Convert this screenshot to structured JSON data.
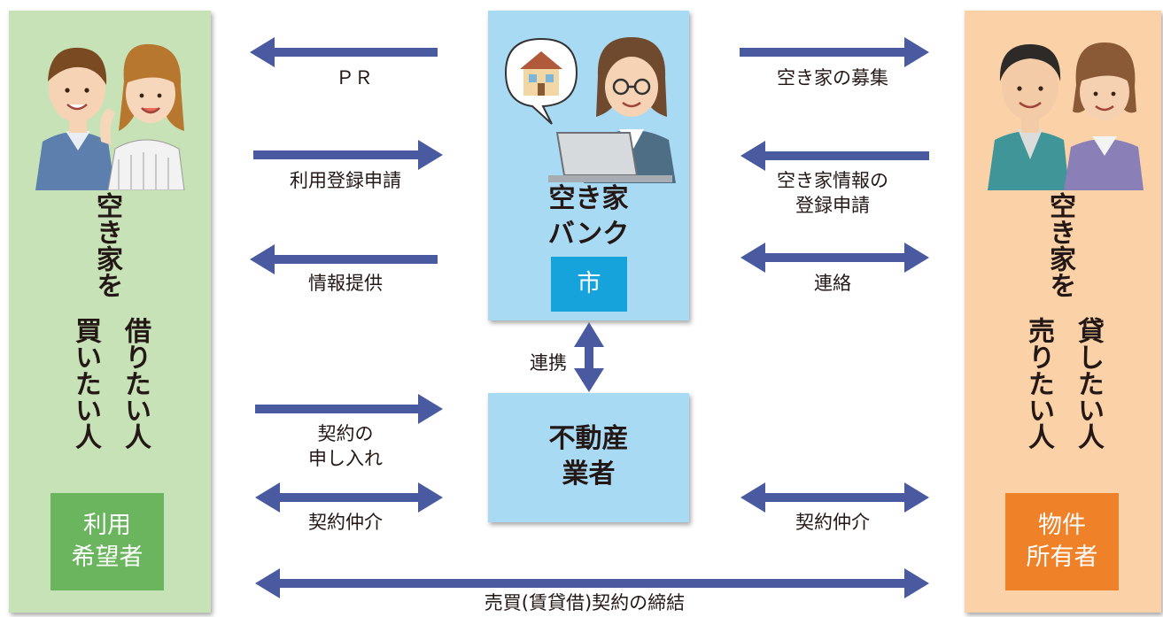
{
  "colors": {
    "left_panel": "#c7e2b6",
    "right_panel": "#fbd2a8",
    "center_box": "#a9daf4",
    "arrow": "#4a5aa0",
    "badge_green": "#6ab55e",
    "badge_orange": "#ef8128",
    "badge_blue": "#16a3dc"
  },
  "left": {
    "title_col1": "空き家を",
    "title_col2a": "借りたい人",
    "title_col2b": "買いたい人",
    "badge": "利用\n希望者"
  },
  "right": {
    "title_col1": "空き家を",
    "title_col2a": "貸したい人",
    "title_col2b": "売りたい人",
    "badge": "物件\n所有者"
  },
  "center": {
    "bank_title": "空き家\nバンク",
    "bank_badge": "市",
    "agent_title": "不動産\n業者",
    "link_label": "連携"
  },
  "arrows": {
    "pr": "ＰＲ",
    "registration": "利用登録申請",
    "info": "情報提供",
    "contract_offer": "契約の\n申し入れ",
    "mediation_left": "契約仲介",
    "recruit": "空き家の募集",
    "house_registration": "空き家情報の\n登録申請",
    "contact": "連絡",
    "mediation_right": "契約仲介",
    "conclusion": "売買(賃貸借)契約の締結"
  },
  "icons": {
    "left_people": "young-couple-icon",
    "right_people": "elderly-couple-icon",
    "clerk": "clerk-at-laptop-icon",
    "house": "house-icon"
  }
}
